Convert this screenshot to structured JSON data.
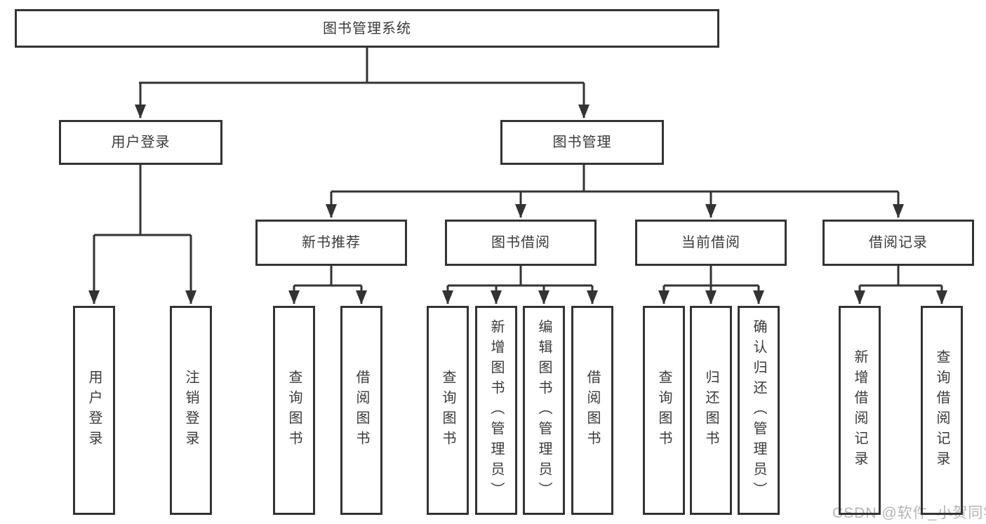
{
  "nodes": {
    "root": "图书管理系统",
    "user_login": "用户登录",
    "book_mgmt": "图书管理",
    "new_book_rec": "新书推荐",
    "book_borrow": "图书借阅",
    "current_borrow": "当前借阅",
    "borrow_record": "借阅记录",
    "leaf_user_login": "用户登录",
    "leaf_logout": "注销登录",
    "leaf_rec_query_book": "查询图书",
    "leaf_rec_borrow_book": "借阅图书",
    "leaf_bb_query_book": "查询图书",
    "leaf_bb_add_book": "新增图书（管理员）",
    "leaf_bb_edit_book": "编辑图书（管理员）",
    "leaf_bb_borrow_book": "借阅图书",
    "leaf_cb_query_book": "查询图书",
    "leaf_cb_return_book": "归还图书",
    "leaf_cb_confirm_return": "确认归还（管理员）",
    "leaf_br_add_record": "新增借阅记录",
    "leaf_br_query_record": "查询借阅记录"
  },
  "watermark": "CSDN @软件_小贺同学",
  "colors": {
    "line": "#333333",
    "text": "#3a3a3a",
    "watermark": "#b5b5b5",
    "background": "#ffffff"
  }
}
